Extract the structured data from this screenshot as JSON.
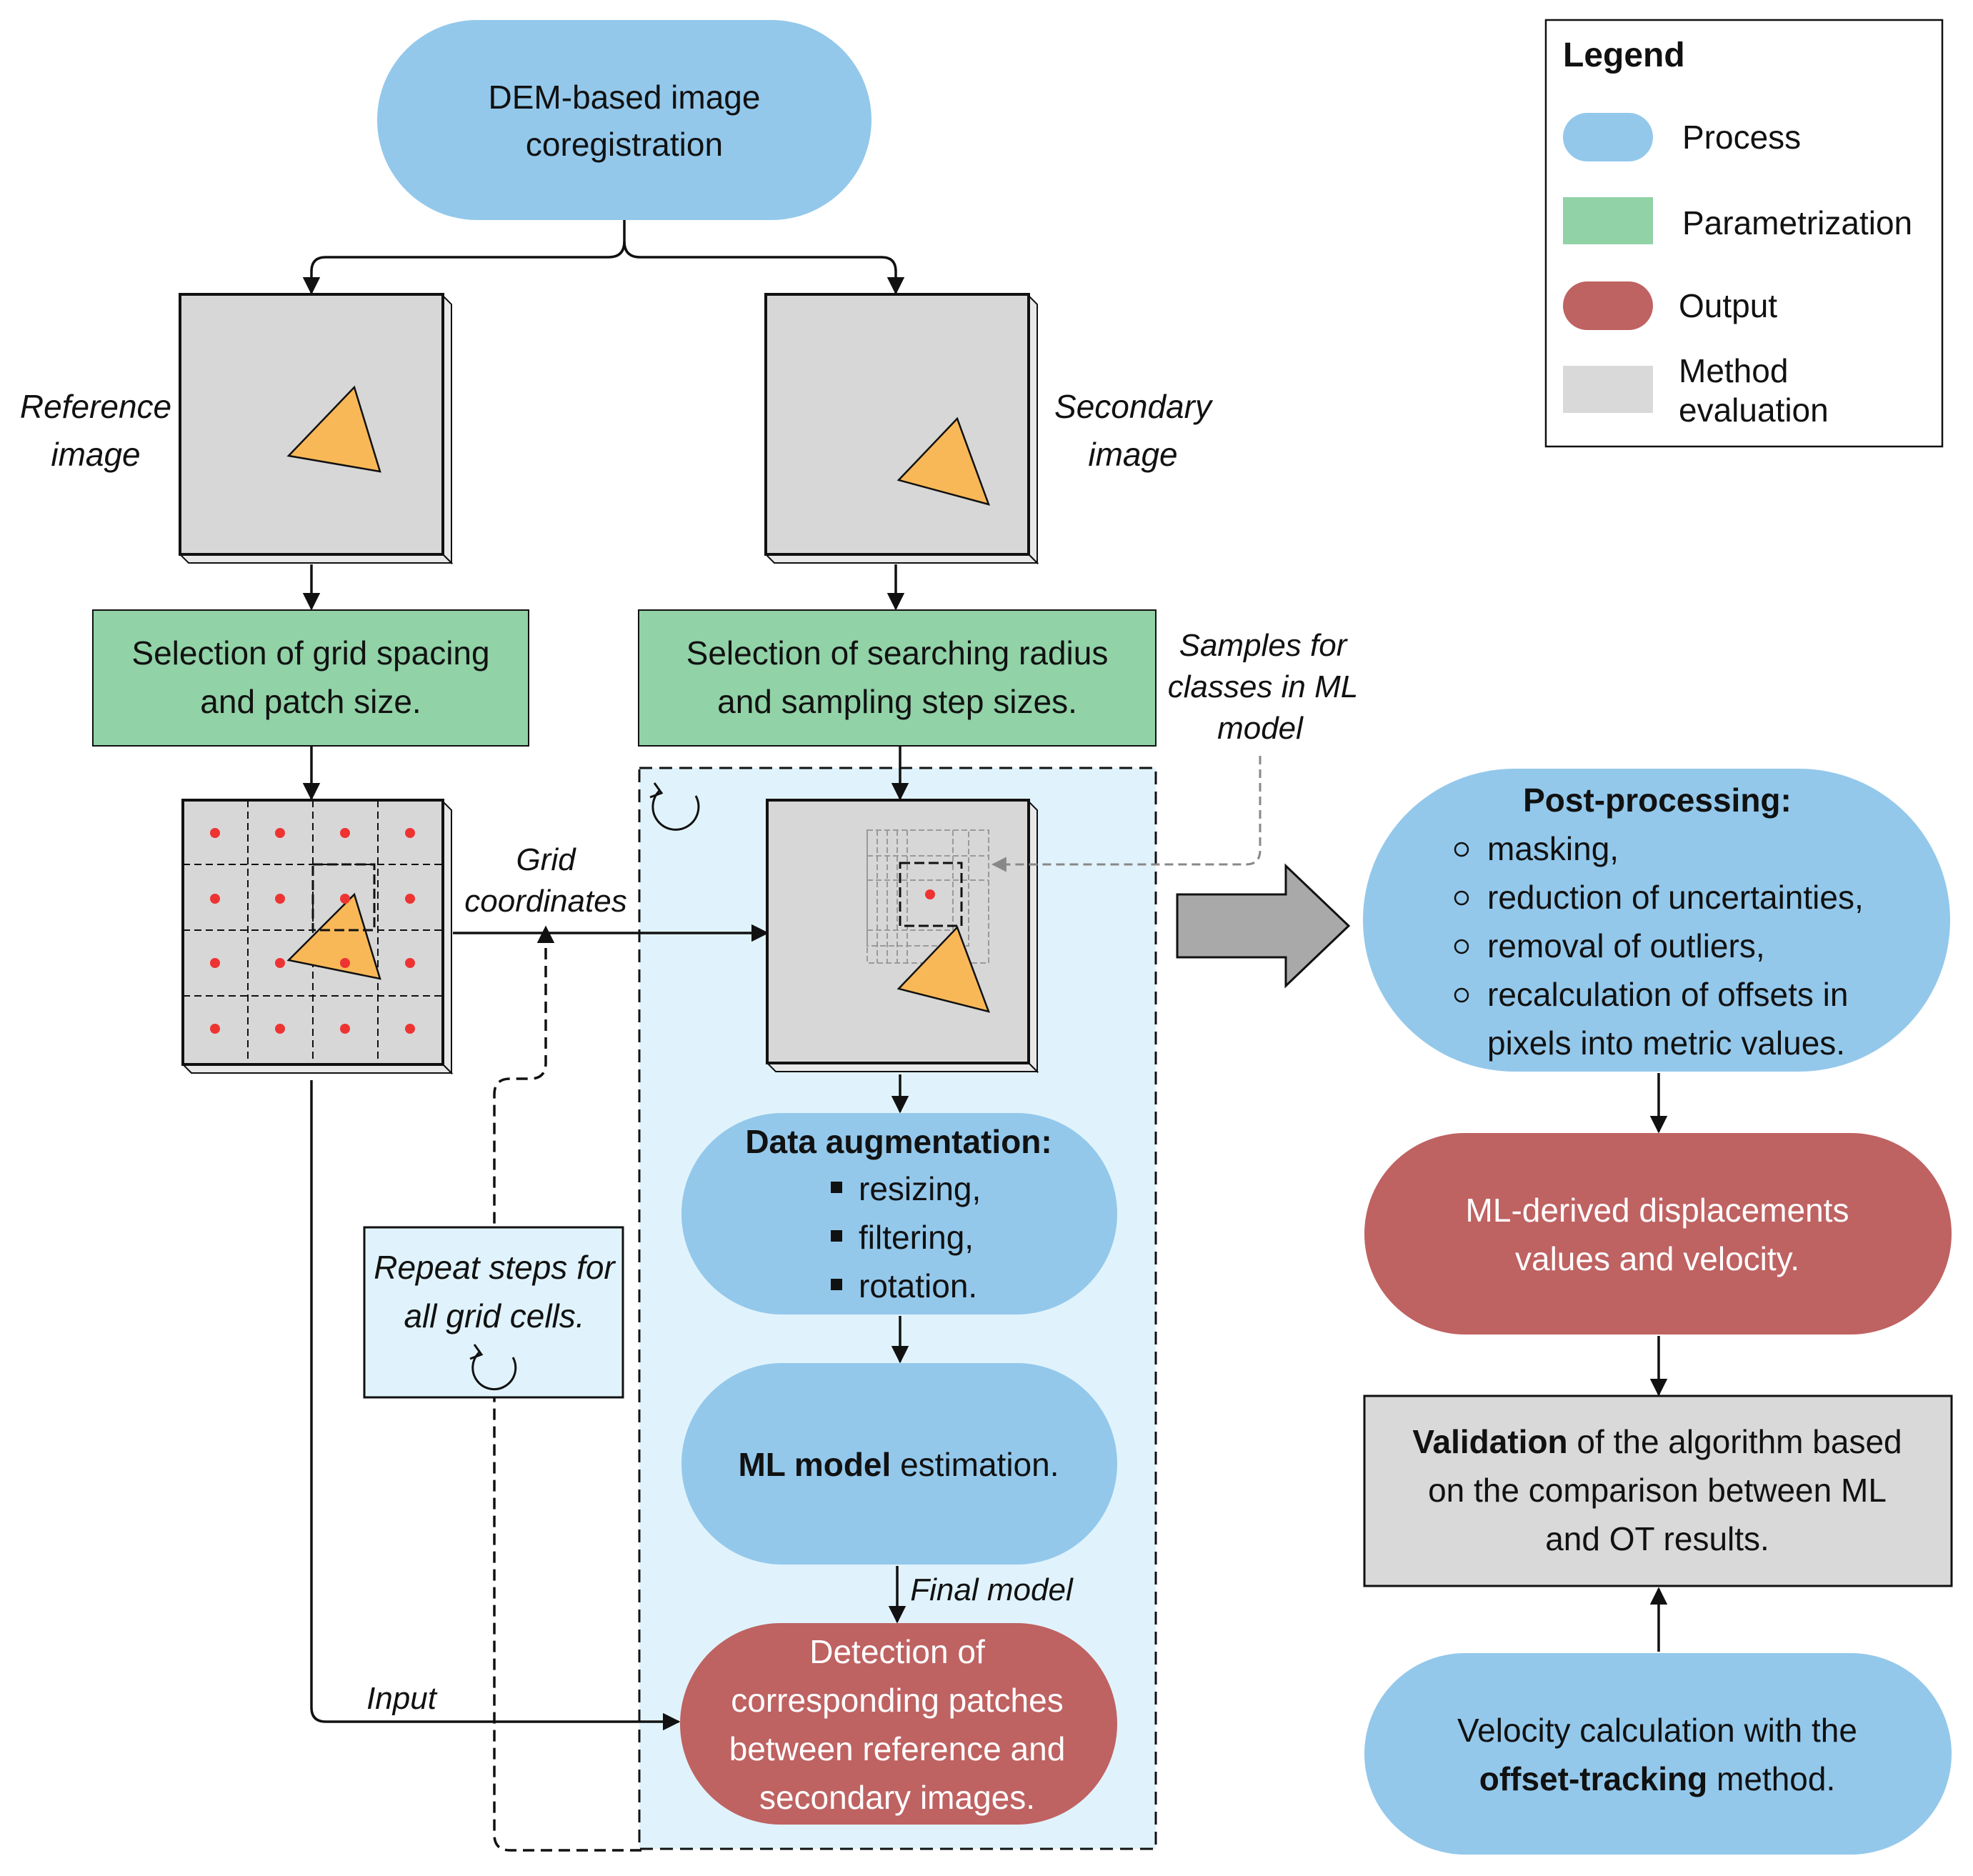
{
  "colors": {
    "process": "#93c8eb",
    "parametrization": "#91d2a7",
    "output": "#bf6262",
    "evaluation": "#d9d9d9",
    "loop_bg": "#e0f3fc",
    "triangle": "#f9b858",
    "grid_point": "#ee3333",
    "image_fill": "#d7d7d7"
  },
  "legend": {
    "title": "Legend",
    "items": [
      {
        "label": "Process",
        "color_key": "process"
      },
      {
        "label": "Parametrization",
        "color_key": "parametrization"
      },
      {
        "label": "Output",
        "color_key": "output"
      },
      {
        "label": "Method",
        "label2": "evaluation",
        "color_key": "evaluation"
      }
    ]
  },
  "nodes": {
    "coregistration": {
      "line1": "DEM-based image",
      "line2": "coregistration"
    },
    "reference_image": {
      "line1": "Reference",
      "line2": "image"
    },
    "secondary_image": {
      "line1": "Secondary",
      "line2": "image"
    },
    "grid_selection": {
      "line1": "Selection of grid spacing",
      "line2": "and patch size."
    },
    "radius_selection": {
      "line1": "Selection of searching radius",
      "line2": "and sampling step sizes."
    },
    "samples_note": {
      "line1": "Samples for",
      "line2": "classes in ML",
      "line3": "model"
    },
    "grid_coords": {
      "line1": "Grid",
      "line2": "coordinates"
    },
    "repeat_note": {
      "line1": "Repeat steps for",
      "line2": "all grid cells."
    },
    "augmentation": {
      "title": "Data augmentation:",
      "items": [
        "resizing,",
        "filtering,",
        "rotation."
      ]
    },
    "ml_model": {
      "bold": "ML model",
      "rest": " estimation."
    },
    "final_model": "Final model",
    "input_label": "Input",
    "detection": {
      "line1": "Detection of",
      "line2": "corresponding patches",
      "line3": "between reference and",
      "line4": "secondary images."
    },
    "postprocessing": {
      "title": "Post-processing:",
      "items": [
        "masking,",
        "reduction of uncertainties,",
        "removal of outliers,",
        "recalculation of offsets in"
      ],
      "last_line": "pixels into metric values."
    },
    "ml_output": {
      "line1": "ML-derived displacements",
      "line2": "values and velocity."
    },
    "validation": {
      "bold": "Validation",
      "rest1": " of the algorithm based",
      "line2": "on the comparison between ML",
      "line3": "and OT results."
    },
    "velocity": {
      "line1": "Velocity calculation with the",
      "bold": "offset-tracking",
      "rest": " method."
    }
  }
}
